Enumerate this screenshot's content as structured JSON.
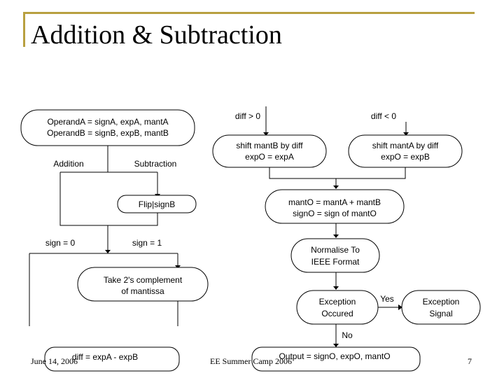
{
  "slide": {
    "title": "Addition & Subtraction",
    "footer_date": "June 14, 2006",
    "footer_event": "EE Summer Camp 2006",
    "page_number": "7"
  },
  "colors": {
    "accent": "#b8a040"
  },
  "flowchart": {
    "operands": [
      "OperandA = signA, expA, mantA",
      "OperandB = signB, expB, mantB"
    ],
    "branch_addition": "Addition",
    "branch_subtraction": "Subtraction",
    "flip_sign": "Flip|signB",
    "sign_zero": "sign = 0",
    "sign_one": "sign = 1",
    "twos_complement": [
      "Take 2's complement",
      "of mantissa"
    ],
    "diff_calc": "diff = expA - expB",
    "diff_positive": "diff > 0",
    "diff_negative": "diff < 0",
    "shift_b": [
      "shift mantB by diff",
      "expO = expA"
    ],
    "shift_a": [
      "shift mantA by diff",
      "expO = expB"
    ],
    "sum": [
      "mantO = mantA + mantB",
      "signO = sign of mantO"
    ],
    "normalise": [
      "Normalise To",
      "IEEE Format"
    ],
    "exception": [
      "Exception",
      "Occured"
    ],
    "yes": "Yes",
    "no": "No",
    "exception_signal": [
      "Exception",
      "Signal"
    ],
    "output": "Output = signO, expO, mantO"
  }
}
